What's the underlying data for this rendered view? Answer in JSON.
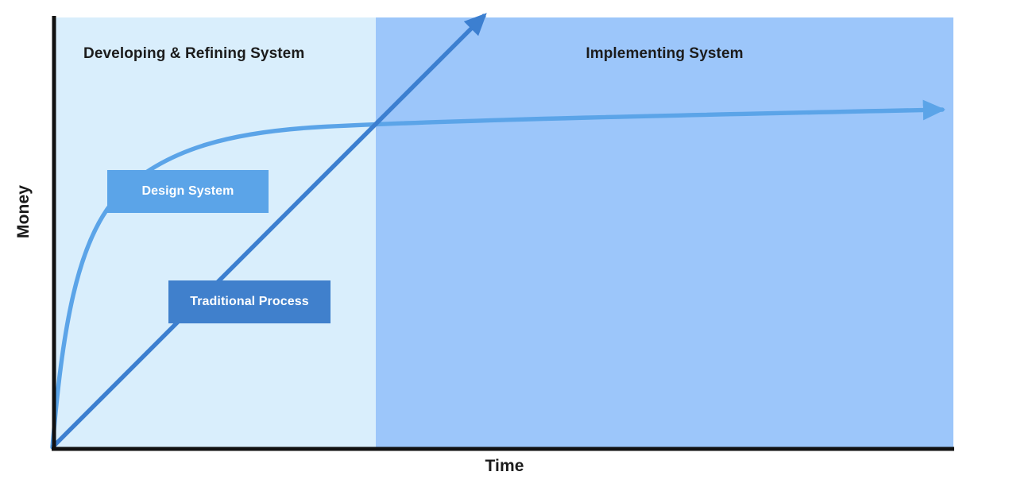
{
  "chart_data": {
    "type": "line",
    "title": "",
    "xlabel": "Time",
    "ylabel": "Money",
    "grid": false,
    "legend_position": "inline-labels",
    "axes": {
      "x_axis_label": "Time",
      "y_axis_label": "Money",
      "x_ticks": [],
      "y_ticks": [],
      "x_axis_color": "#111111",
      "y_axis_color": "#111111"
    },
    "regions": [
      {
        "name": "developing-refining",
        "label": "Developing & Refining System",
        "color": "#d9eefc",
        "x_start": 0.0,
        "x_end": 0.36
      },
      {
        "name": "implementing",
        "label": "Implementing System",
        "color": "#9cc6fa",
        "x_start": 0.36,
        "x_end": 1.0
      }
    ],
    "series": [
      {
        "name": "Design System",
        "label": "Design System",
        "color": "#5ba4e8",
        "shape": "logarithmic-plateau",
        "description": "Rises steeply then flattens to a plateau",
        "x": [
          0.0,
          0.03,
          0.07,
          0.12,
          0.2,
          0.3,
          0.36,
          0.5,
          0.7,
          1.0
        ],
        "y": [
          0.0,
          0.28,
          0.46,
          0.6,
          0.72,
          0.8,
          0.83,
          0.85,
          0.87,
          0.89
        ],
        "arrow": true,
        "arrow_at": [
          1.0,
          0.89
        ]
      },
      {
        "name": "Traditional Process",
        "label": "Traditional Process",
        "color": "#3c7fd0",
        "shape": "linear",
        "description": "Straight, constantly rising line",
        "x": [
          0.0,
          0.485
        ],
        "y": [
          0.0,
          1.02
        ],
        "arrow": true,
        "arrow_at": [
          0.485,
          1.02
        ]
      }
    ],
    "annotations": [
      {
        "text": "Design System",
        "series": "Design System",
        "box_color": "#5ba4e8",
        "text_color": "#ffffff"
      },
      {
        "text": "Traditional Process",
        "series": "Traditional Process",
        "box_color": "#4080cc",
        "text_color": "#ffffff"
      }
    ],
    "crossover_point": {
      "x": 0.357,
      "y": 0.74,
      "note": "Design System curve crosses the Traditional Process line at the region divider"
    }
  },
  "axis": {
    "y_title": "Money",
    "x_title": "Time"
  },
  "regions": {
    "left_title": "Developing & Refining System",
    "right_title": "Implementing System"
  },
  "labels": {
    "design_system": "Design System",
    "traditional_process": "Traditional Process"
  },
  "colors": {
    "region_left": "#d9eefc",
    "region_right": "#9cc6fa",
    "design_system_line": "#5ba4e8",
    "traditional_line": "#3c7fd0",
    "design_system_box": "#5ba4e8",
    "traditional_box": "#4080cc",
    "axis": "#111111",
    "text": "#1b1b1b"
  }
}
